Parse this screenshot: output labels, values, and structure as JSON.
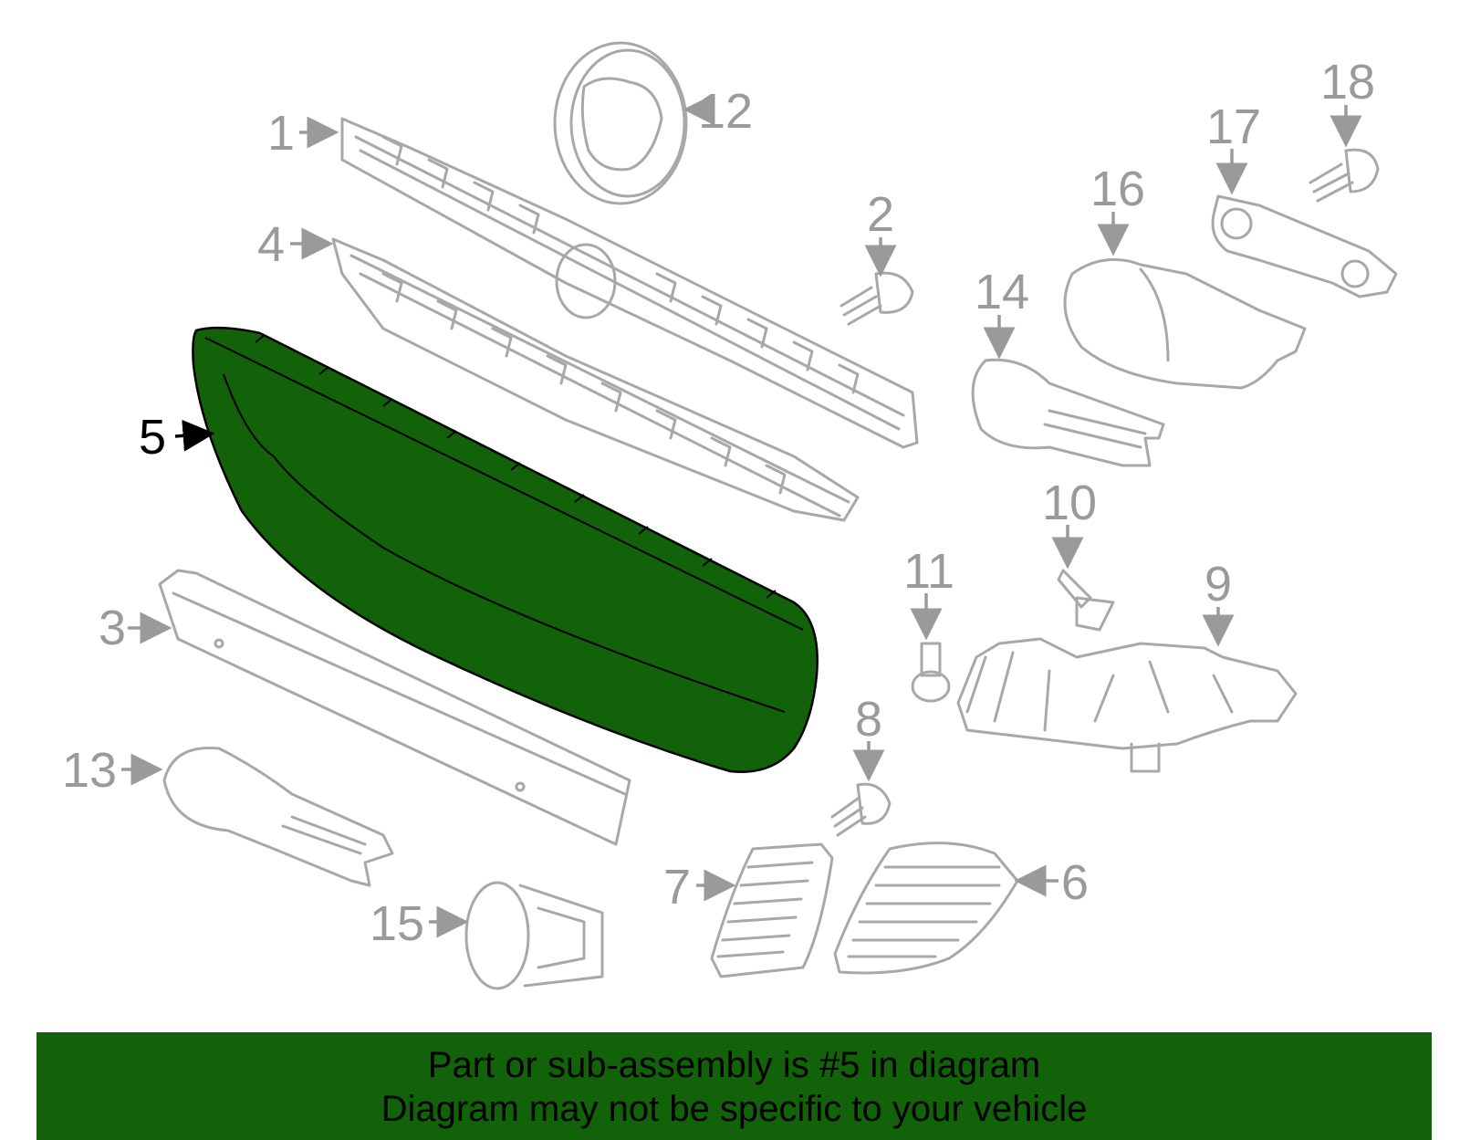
{
  "highlight_color": "#12620a",
  "selected_part": "5",
  "callouts": {
    "p1": "1",
    "p2": "2",
    "p3": "3",
    "p4": "4",
    "p5": "5",
    "p6": "6",
    "p7": "7",
    "p8": "8",
    "p9": "9",
    "p10": "10",
    "p11": "11",
    "p12": "12",
    "p13": "13",
    "p14": "14",
    "p15": "15",
    "p16": "16",
    "p17": "17",
    "p18": "18"
  },
  "banner": {
    "line1": "Part or sub-assembly is #5 in diagram",
    "line2": "Diagram may not be specific to your vehicle"
  }
}
